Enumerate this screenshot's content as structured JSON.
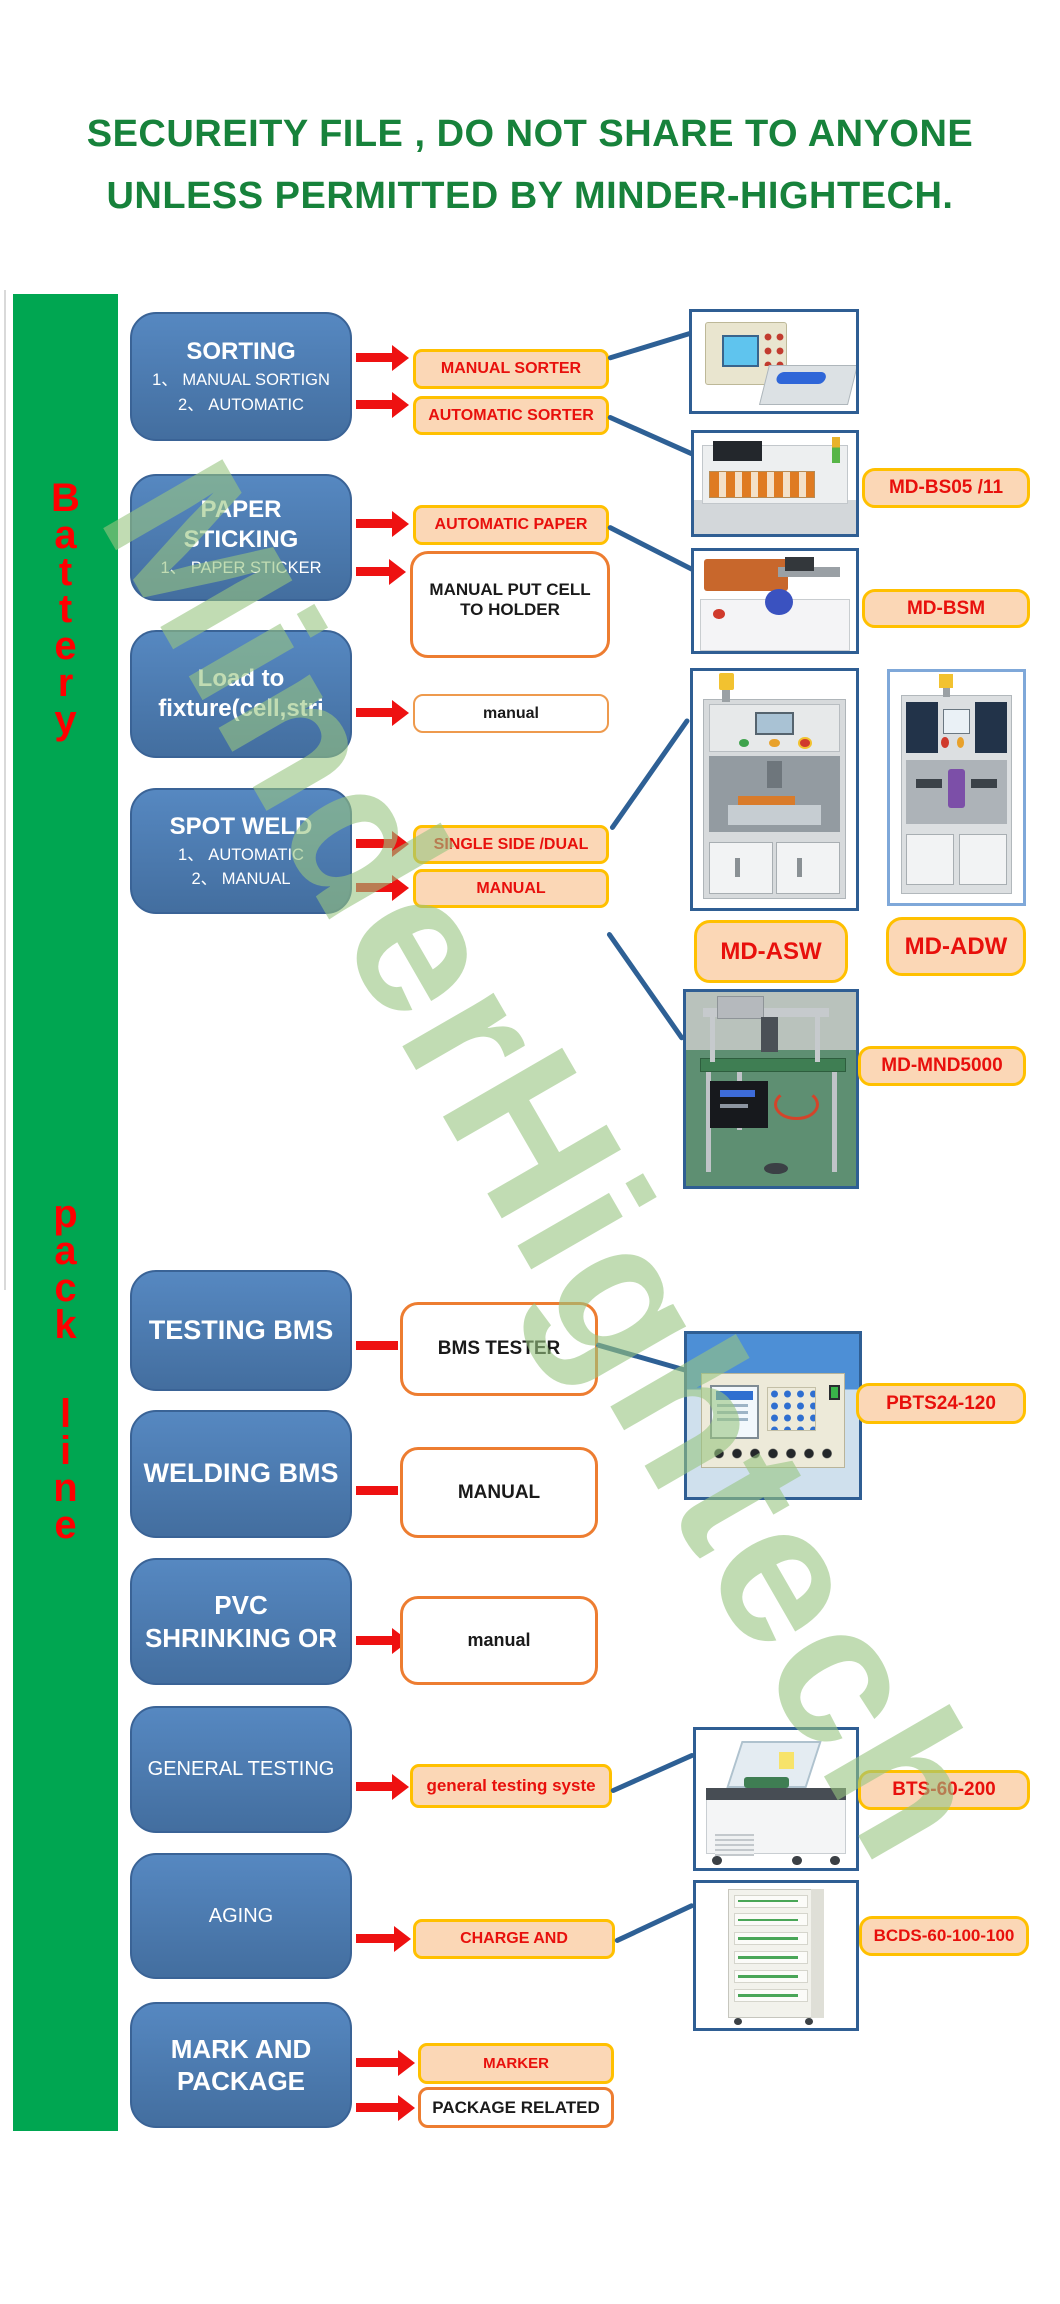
{
  "title": {
    "line1": "SECUREITY FILE , DO NOT SHARE TO ANYONE",
    "line2": "UNLESS PERMITTED BY MINDER-HIGHTECH."
  },
  "sidebar": {
    "word1": "B\na\nt\nt\ne\nr\ny",
    "word2": "p\na\nc\nk",
    "word3": "l\ni\nn\ne",
    "full_text": "Battery pack line"
  },
  "watermark": {
    "text": "MinderHightech"
  },
  "steps": [
    {
      "title": "SORTING",
      "sub1": "1、 MANUAL SORTIGN",
      "sub2": "2、 AUTOMATIC"
    },
    {
      "title": "PAPER\nSTICKING",
      "sub1": "1、 PAPER STICKER"
    },
    {
      "title": "Load to\nfixture(cell,stri"
    },
    {
      "title": "SPOT WELD",
      "sub1": "1、 AUTOMATIC",
      "sub2": "2、 MANUAL"
    },
    {
      "title": "TESTING BMS"
    },
    {
      "title": "WELDING BMS"
    },
    {
      "title": "PVC\nSHRINKING OR"
    },
    {
      "title": "GENERAL TESTING"
    },
    {
      "title": "AGING"
    },
    {
      "title": "MARK AND\nPACKAGE"
    }
  ],
  "methods": [
    {
      "label": "MANUAL SORTER"
    },
    {
      "label": "AUTOMATIC SORTER"
    },
    {
      "label": "AUTOMATIC PAPER"
    },
    {
      "label": "MANUAL PUT CELL\nTO HOLDER"
    },
    {
      "label": "manual"
    },
    {
      "label": "SINGLE SIDE /DUAL"
    },
    {
      "label": "MANUAL"
    },
    {
      "label": "BMS TESTER"
    },
    {
      "label": "MANUAL"
    },
    {
      "label": "manual"
    },
    {
      "label": "general testing syste"
    },
    {
      "label": "CHARGE AND"
    },
    {
      "label": "MARKER"
    },
    {
      "label": "PACKAGE RELATED"
    }
  ],
  "models": [
    "MD-BS05 /11",
    "MD-BSM",
    "MD-ASW",
    "MD-ADW",
    "MD-MND5000",
    "PBTS24-120",
    "BTS-60-200",
    "BCDS-60-100-100"
  ],
  "colors": {
    "title_green": "#17823B",
    "bar_green": "#00A651",
    "sidebar_red": "#FF0000",
    "step_blue": "#4A7CB5",
    "peach_fill": "#FBD7B6",
    "gold_border": "#FFC000",
    "orange_border": "#ED7D31",
    "arrow_red": "#EE1111",
    "connector_blue": "#2E6095",
    "watermark_green": "#97C580"
  }
}
